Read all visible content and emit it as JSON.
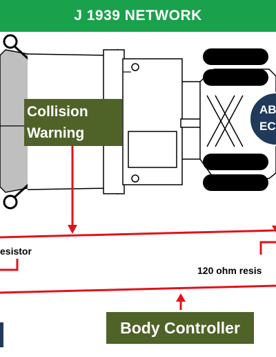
{
  "banner": {
    "title": "J 1939 NETWORK"
  },
  "modules": {
    "collision_line1": "Collision",
    "collision_line2": "Warning",
    "body_controller": "Body Controller",
    "abs_line1": "AB",
    "abs_line2": "EC"
  },
  "resistors": {
    "left": "esistor",
    "right": "120 ohm resis"
  },
  "colors": {
    "banner": "#1aa14b",
    "module_box": "#4f6228",
    "bus_line": "#e0121b",
    "abs_circle": "#1f3a5a"
  }
}
